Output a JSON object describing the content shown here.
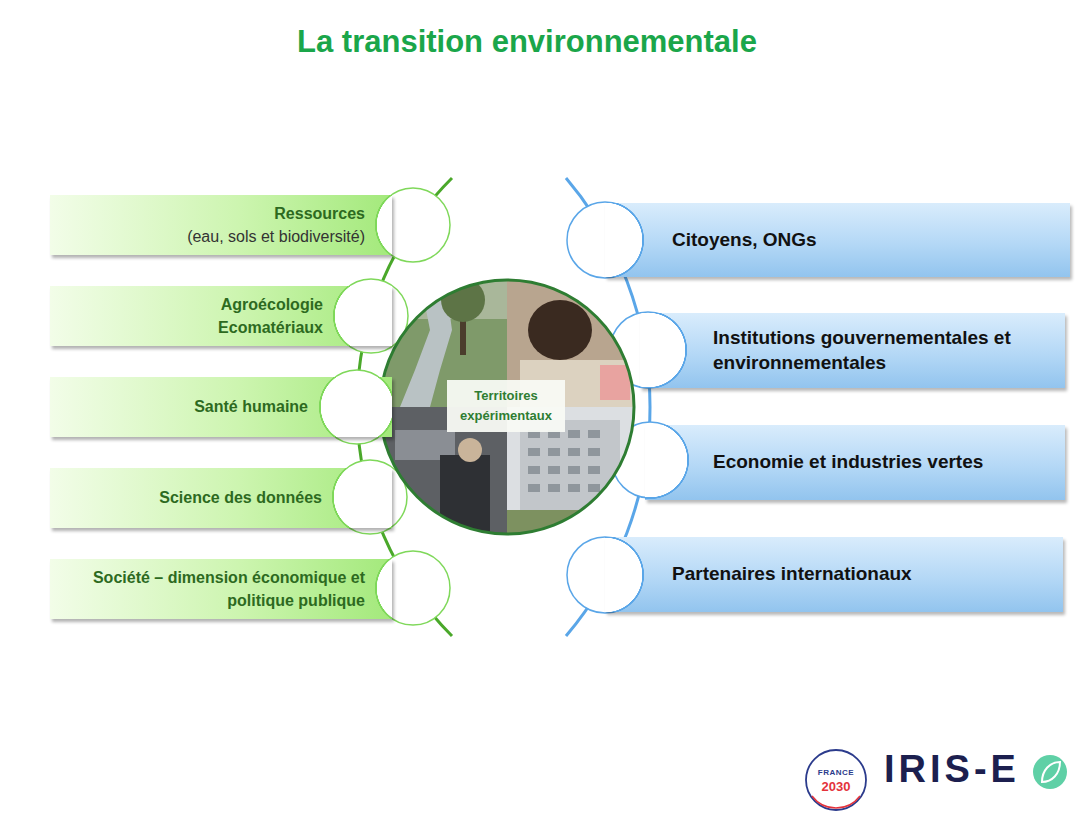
{
  "diagram": {
    "title": "La transition environnementale",
    "nodes": [
      {
        "text": [
          "Ressources",
          "(eau, sols et biodiversité)"
        ]
      },
      {
        "text": [
          "Agroécologie",
          "Ecomatériaux"
        ]
      },
      {
        "text": [
          "Santé humaine"
        ]
      },
      {
        "text": [
          "Science des données"
        ]
      },
      {
        "text": [
          "Société – dimension économique et politique publique"
        ]
      },
      {
        "text": [
          "Territoires expérimentaux"
        ]
      },
      {
        "text": [
          "Citoyens, ONGs"
        ]
      },
      {
        "text": [
          "Institutions gouvernementales et environnementales"
        ]
      },
      {
        "text": [
          "Economie et industries vertes"
        ]
      },
      {
        "text": [
          "Partenaires internationaux"
        ]
      }
    ],
    "labels": [
      "FRANCE",
      "2030",
      "IRIS-E"
    ]
  }
}
